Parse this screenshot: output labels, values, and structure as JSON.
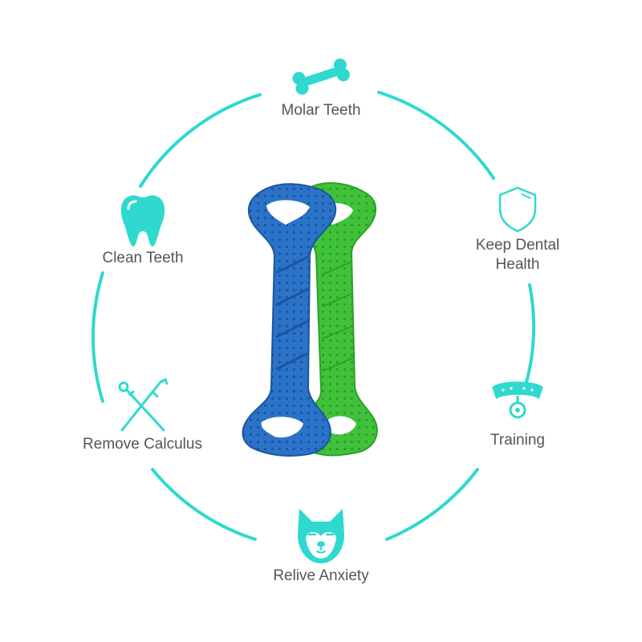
{
  "colors": {
    "accent": "#2fd9cf",
    "text": "#555555",
    "toy_blue": "#2a73c9",
    "toy_green": "#3fc23a"
  },
  "features": {
    "molar_teeth": {
      "label": "Molar Teeth",
      "icon": "bone-icon"
    },
    "clean_teeth": {
      "label": "Clean Teeth",
      "icon": "tooth-icon"
    },
    "keep_dental_health": {
      "label": "Keep Dental\nHealth",
      "icon": "shield-icon"
    },
    "remove_calculus": {
      "label": "Remove Calculus",
      "icon": "dental-tools-icon"
    },
    "training": {
      "label": "Training",
      "icon": "collar-icon"
    },
    "relive_anxiety": {
      "label": "Relive Anxiety",
      "icon": "dog-face-icon"
    }
  },
  "product": {
    "items": [
      "blue-bone-toy",
      "green-bone-toy"
    ]
  }
}
